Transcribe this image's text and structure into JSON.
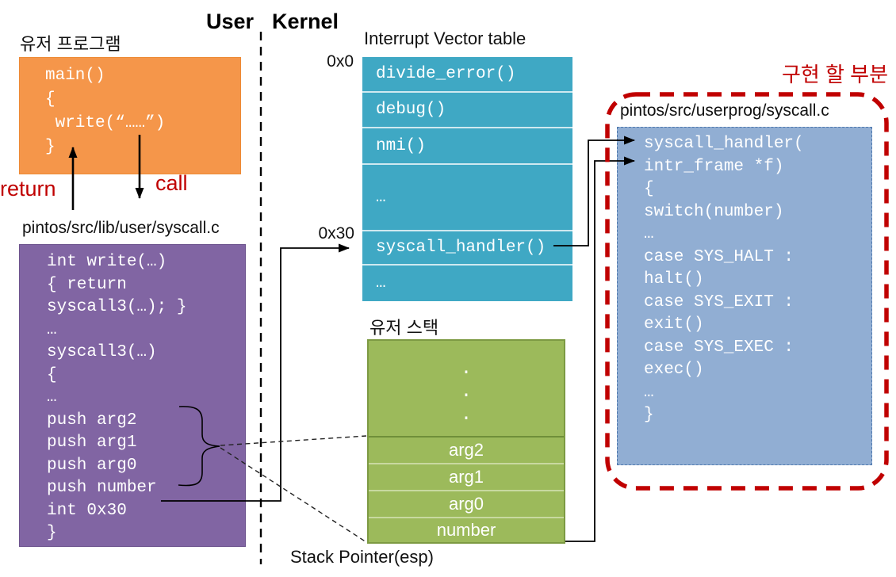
{
  "boundary": {
    "user_label": "User",
    "kernel_label": "Kernel"
  },
  "user_program": {
    "title": "유저 프로그램",
    "code": [
      "main()",
      "{",
      " write(“……”)",
      "}"
    ]
  },
  "flow": {
    "return_label": "return",
    "call_label": "call"
  },
  "lib_syscall": {
    "title": "pintos/src/lib/user/syscall.c",
    "code": [
      "int write(…)",
      "{ return",
      "syscall3(…); }",
      "…",
      "syscall3(…)",
      "{",
      "…",
      "push arg2",
      "push arg1",
      "push arg0",
      "push number",
      "int 0x30",
      "}"
    ]
  },
  "ivt": {
    "title": "Interrupt Vector table",
    "addr_top": "0x0",
    "addr_syscall": "0x30",
    "rows": [
      "divide_error()",
      "debug()",
      "nmi()",
      "…",
      "syscall_handler()",
      "…"
    ]
  },
  "stack": {
    "title": "유저 스택",
    "dots": [
      ".",
      ".",
      "."
    ],
    "cells": [
      "arg2",
      "arg1",
      "arg0",
      "number"
    ],
    "esp_label": "Stack Pointer(esp)"
  },
  "impl": {
    "label": "구현 할 부분",
    "title": "pintos/src/userprog/syscall.c",
    "code": [
      "syscall_handler(",
      "intr_frame *f)",
      "{",
      "switch(number)",
      "…",
      "case SYS_HALT :",
      "halt()",
      "case SYS_EXIT :",
      "exit()",
      "case SYS_EXEC :",
      "exec()",
      "…",
      "}"
    ]
  },
  "colors": {
    "orange": "#F5964A",
    "purple": "#8165A3",
    "teal": "#3FA8C4",
    "green": "#9CBA5B",
    "blue": "#91AED3",
    "red": "#C00000"
  }
}
